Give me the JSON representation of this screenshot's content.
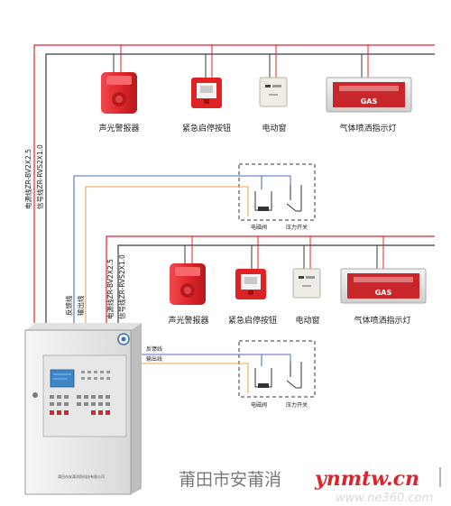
{
  "top_row": {
    "devices": [
      {
        "label": "声光警报器",
        "icon": "sound-light-alarm-icon"
      },
      {
        "label": "紧急启停按钮",
        "icon": "emergency-stop-button-icon"
      },
      {
        "label": "电动窗",
        "icon": "motorized-window-icon"
      },
      {
        "label": "气体喷洒指示灯",
        "icon": "gas-release-indicator-icon"
      }
    ],
    "gas_sign_text": "GAS",
    "power_line_label": "电源线ZR-BV2X2.5",
    "signal_line_label": "信号线ZR-RVS2X1.0",
    "valve_label": "电磁阀",
    "pressure_switch_label": "压力开关"
  },
  "bottom_row": {
    "devices": [
      {
        "label": "声光警报器",
        "icon": "sound-light-alarm-icon"
      },
      {
        "label": "紧急启停按钮",
        "icon": "emergency-stop-button-icon"
      },
      {
        "label": "电动窗",
        "icon": "motorized-window-icon"
      },
      {
        "label": "气体喷洒指示灯",
        "icon": "gas-release-indicator-icon"
      }
    ],
    "gas_sign_text": "GAS",
    "power_line_label": "电源线ZR-BV2X2.5",
    "signal_line_label": "信号线ZR-RVS2X1.0",
    "valve_label": "电磁阀",
    "pressure_switch_label": "压力开关",
    "feedback_line_label": "反馈线",
    "output_line_label": "输出线"
  },
  "controller": {
    "feedback_line_label": "反馈线",
    "output_line_label": "输出线",
    "manufacturer_text": "莆田市安莆消防科技有限公司"
  },
  "watermark": {
    "company_text": "莆田市安莆消",
    "site_text": "ynmtw.cn",
    "site_text_faded": "www.ne360.com"
  },
  "colors": {
    "power_line": "#e5232a",
    "signal_line": "#3a3a3a",
    "feedback_line": "#4a6fc0",
    "output_line": "#e8a64a",
    "device_red": "#e1262b",
    "panel_body": "#ececec",
    "lcd": "#3e85c8"
  }
}
